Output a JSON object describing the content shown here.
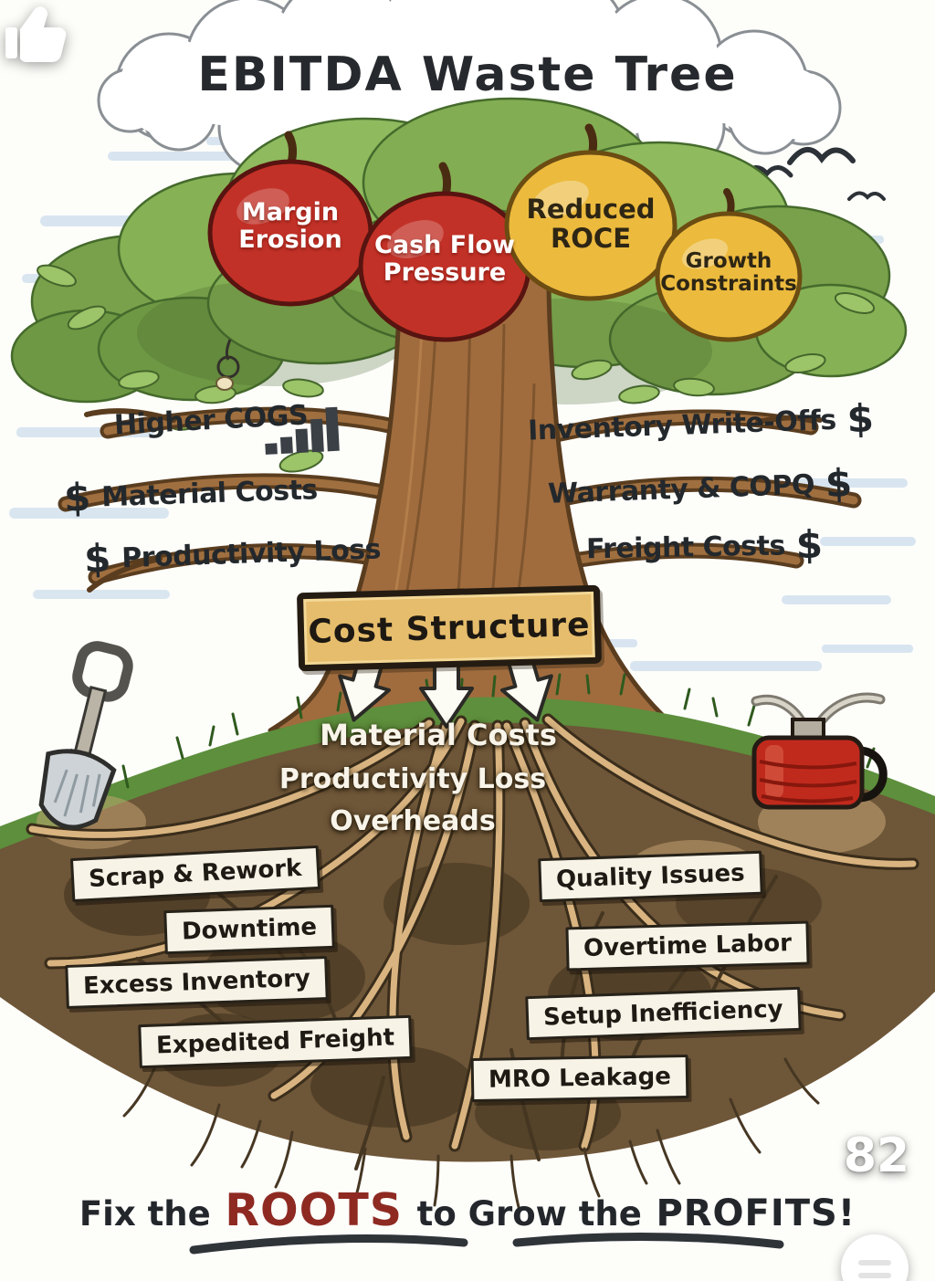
{
  "title": "EBITDA Waste Tree",
  "apples": [
    {
      "label": "Margin Erosion",
      "color": "red"
    },
    {
      "label": "Cash Flow Pressure",
      "color": "red"
    },
    {
      "label": "Reduced ROCE",
      "color": "yellow"
    },
    {
      "label": "Growth Constraints",
      "color": "yellow"
    }
  ],
  "branches": {
    "left": [
      "Higher COGS",
      "Material Costs",
      "Productivity Loss"
    ],
    "right": [
      "Inventory Write-Offs",
      "Warranty & COPQ",
      "Freight Costs"
    ]
  },
  "glyphs": {
    "dollar": "$"
  },
  "sign": {
    "label": "Cost Structure"
  },
  "root_causes_top": [
    "Material Costs",
    "Productivity Loss",
    "Overheads"
  ],
  "root_boxes": {
    "left": [
      "Scrap & Rework",
      "Downtime",
      "Excess Inventory",
      "Expedited Freight"
    ],
    "right": [
      "Quality Issues",
      "Overtime Labor",
      "Setup Inefficiency",
      "MRO Leakage"
    ]
  },
  "tagline": {
    "part1": "Fix the",
    "highlight": "ROOTS",
    "part2": "to Grow the",
    "part3": "PROFITS!"
  },
  "overlay": {
    "like_count": "82"
  },
  "icons": {
    "like": "thumbs-up-icon",
    "comment": "speech-bubble-icon",
    "cogs_trend": "bar-chart-icon",
    "money": "dollar-sign"
  },
  "colors": {
    "apple_red": "#c23127",
    "apple_yellow": "#ecba3d",
    "leaf_green": "#86b155",
    "trunk_brown": "#a06c3e",
    "sign_wood": "#e6bd6c",
    "soil_brown": "#6e5638",
    "root_tan": "#d9b480",
    "tagline_accent": "#8e2a22",
    "sky_blue": "#cfe0ee"
  }
}
